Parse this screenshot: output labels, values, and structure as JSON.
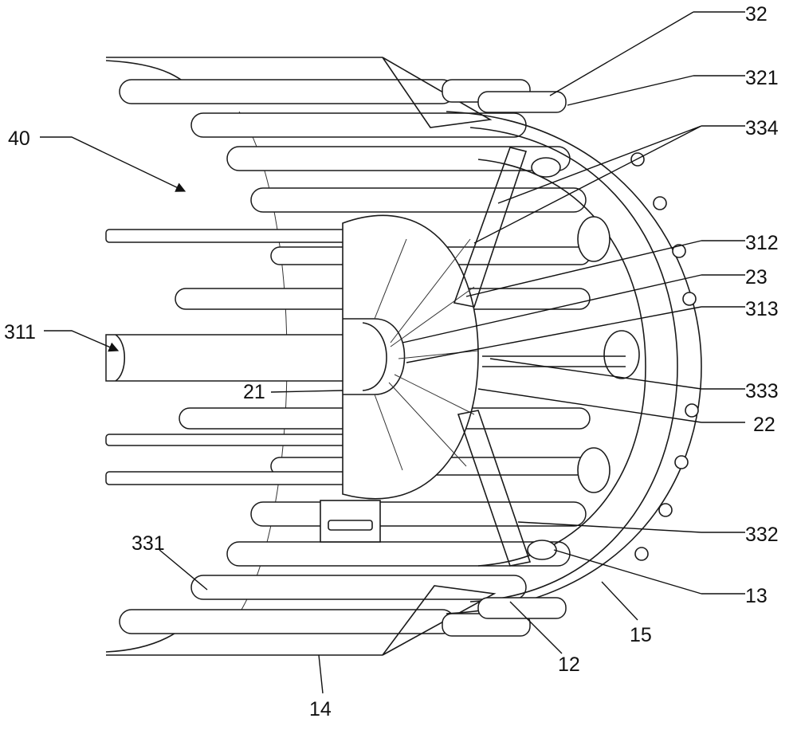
{
  "figure": {
    "labels": [
      {
        "id": "32",
        "text": "32"
      },
      {
        "id": "321",
        "text": "321"
      },
      {
        "id": "334",
        "text": "334"
      },
      {
        "id": "40",
        "text": "40"
      },
      {
        "id": "312",
        "text": "312"
      },
      {
        "id": "23",
        "text": "23"
      },
      {
        "id": "313",
        "text": "313"
      },
      {
        "id": "311",
        "text": "311"
      },
      {
        "id": "21",
        "text": "21"
      },
      {
        "id": "333",
        "text": "333"
      },
      {
        "id": "22",
        "text": "22"
      },
      {
        "id": "332",
        "text": "332"
      },
      {
        "id": "331",
        "text": "331"
      },
      {
        "id": "13",
        "text": "13"
      },
      {
        "id": "15",
        "text": "15"
      },
      {
        "id": "12",
        "text": "12"
      },
      {
        "id": "14",
        "text": "14"
      }
    ]
  }
}
